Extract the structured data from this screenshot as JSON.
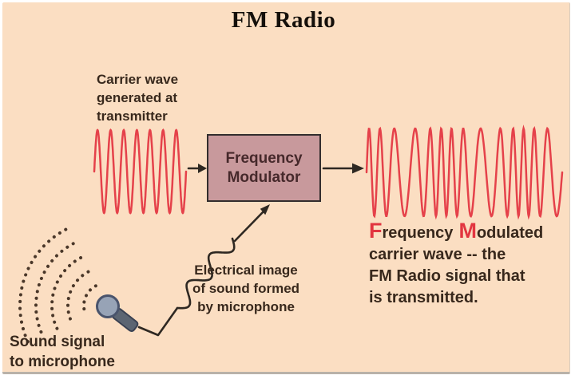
{
  "title": "FM Radio",
  "carrier_label": [
    "Carrier wave",
    "generated at",
    "transmitter"
  ],
  "modulator_box": [
    "Frequency",
    "Modulator"
  ],
  "fm_caption": {
    "f_initial": "F",
    "f_rest": "requency",
    "m_initial": "M",
    "m_rest": "odulated",
    "rest_lines": [
      "carrier wave -- the",
      "FM Radio signal that",
      "is transmitted."
    ]
  },
  "electrical_label": [
    "Electrical image",
    "of sound formed",
    "by microphone"
  ],
  "sound_label": [
    "Sound signal",
    "to microphone"
  ],
  "waves": {
    "carrier": {
      "cycles": 7
    },
    "fm": {
      "base_cycles": 14,
      "modulation_cycles": 2.5,
      "modulation_depth": 2.1
    },
    "electrical_squiggle": {
      "cycles": 2.5
    }
  },
  "icons": {
    "microphone-icon": "gray ball-head microphone tilted down-right",
    "sound-waves-icon": "five dotted concentric arcs radiating toward microphone",
    "arrow-right-icon": "black straight arrow",
    "arrow-up-right-icon": "black diagonal arrow into modulator box"
  },
  "colors": {
    "background": "#fbdec2",
    "wave_red": "#e5414a",
    "accent_red": "#e23540",
    "box_fill": "#c8999c",
    "box_border": "#332d2d",
    "text_dark": "#38281c",
    "line_dark": "#2e2822",
    "arc_dots": "#4a3729",
    "mic_head": "#97a3b6",
    "mic_body": "#5c6572"
  }
}
